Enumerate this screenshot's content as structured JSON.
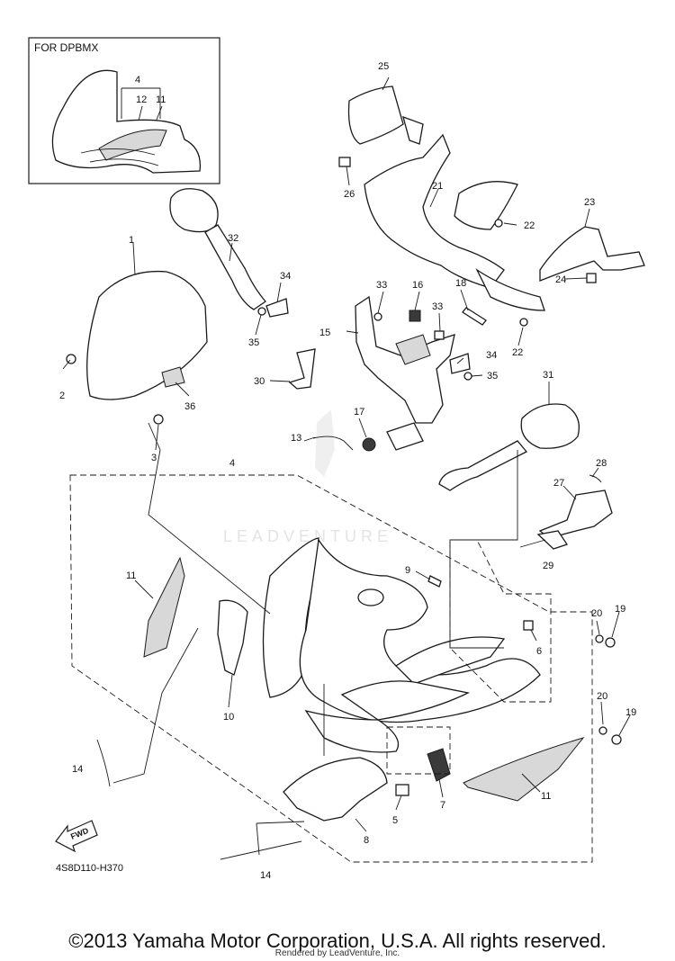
{
  "inset": {
    "title": "FOR DPBMX",
    "callouts": [
      "4",
      "12",
      "11"
    ]
  },
  "callouts": {
    "c1": "1",
    "c2": "2",
    "c3": "3",
    "c4": "4",
    "c5": "5",
    "c6": "6",
    "c7": "7",
    "c8": "8",
    "c9": "9",
    "c10": "10",
    "c11a": "11",
    "c11b": "11",
    "c13": "13",
    "c14a": "14",
    "c14b": "14",
    "c15": "15",
    "c16": "16",
    "c17": "17",
    "c18": "18",
    "c19a": "19",
    "c19b": "19",
    "c20a": "20",
    "c20b": "20",
    "c21": "21",
    "c22a": "22",
    "c22b": "22",
    "c23": "23",
    "c24": "24",
    "c25": "25",
    "c26": "26",
    "c27": "27",
    "c28": "28",
    "c29": "29",
    "c30": "30",
    "c31": "31",
    "c32": "32",
    "c33a": "33",
    "c33b": "33",
    "c34a": "34",
    "c34b": "34",
    "c35a": "35",
    "c35b": "35",
    "c36": "36"
  },
  "fwd_label": "FWD",
  "diagram_code": "4S8D110-H370",
  "watermark": "LEADVENTURE",
  "copyright": "©2013 Yamaha Motor Corporation, U.S.A. All rights reserved.",
  "rendered_by": "Rendered by LeadVenture, Inc."
}
